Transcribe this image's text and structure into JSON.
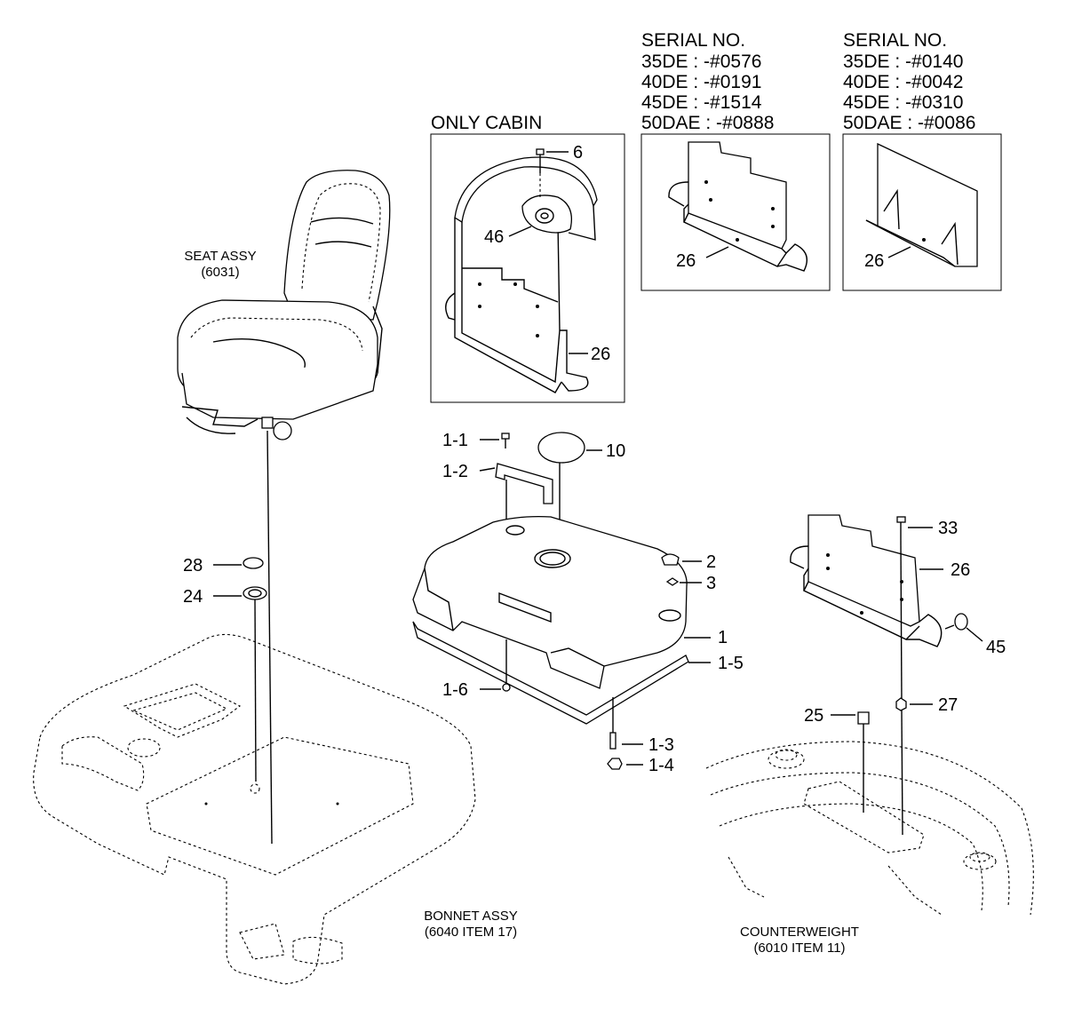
{
  "serial_left": {
    "title": "SERIAL NO.",
    "lines": [
      "35DE : -#0576",
      "40DE : -#0191",
      "45DE : -#1514",
      "50DAE : -#0888"
    ]
  },
  "serial_right": {
    "title": "SERIAL NO.",
    "lines": [
      "35DE : -#0140",
      "40DE : -#0042",
      "45DE : -#0310",
      "50DAE : -#0086"
    ]
  },
  "cabin_title": "ONLY CABIN",
  "assemblies": {
    "seat": [
      "SEAT ASSY",
      "(6031)"
    ],
    "bonnet": [
      "BONNET ASSY",
      "(6040 ITEM 17)"
    ],
    "counterweight": [
      "COUNTERWEIGHT",
      "(6010 ITEM 11)"
    ]
  },
  "callouts": {
    "p6": "6",
    "p46": "46",
    "p26_cabin": "26",
    "p26_left": "26",
    "p26_right": "26",
    "p1_1": "1-1",
    "p1_2": "1-2",
    "p10": "10",
    "p2": "2",
    "p3": "3",
    "p1": "1",
    "p1_5": "1-5",
    "p1_6": "1-6",
    "p1_3": "1-3",
    "p1_4": "1-4",
    "p28": "28",
    "p24": "24",
    "p33": "33",
    "p26_bracket": "26",
    "p45": "45",
    "p25": "25",
    "p27": "27"
  }
}
